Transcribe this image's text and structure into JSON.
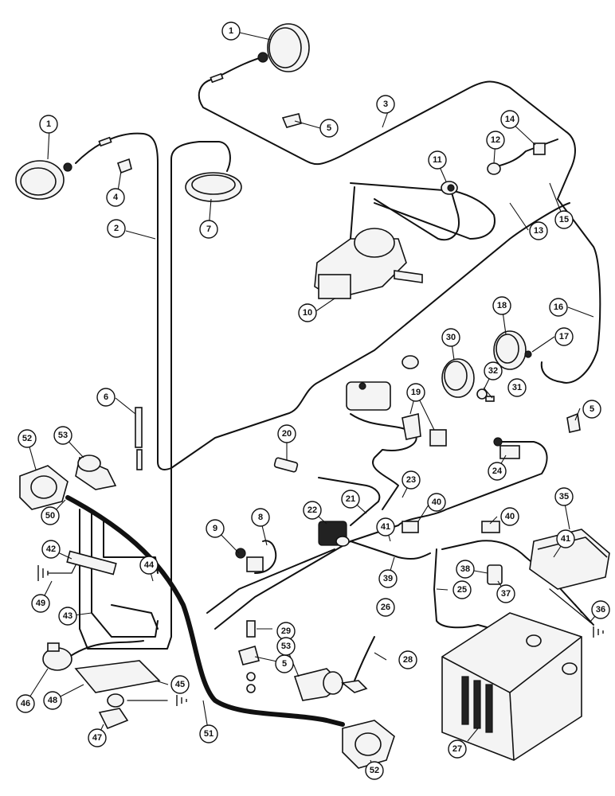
{
  "callouts": [
    {
      "id": "c1a",
      "label": "1"
    },
    {
      "id": "c1b",
      "label": "1"
    },
    {
      "id": "c2",
      "label": "2"
    },
    {
      "id": "c3",
      "label": "3"
    },
    {
      "id": "c4",
      "label": "4"
    },
    {
      "id": "c5a",
      "label": "5"
    },
    {
      "id": "c5b",
      "label": "5"
    },
    {
      "id": "c5c",
      "label": "5"
    },
    {
      "id": "c6",
      "label": "6"
    },
    {
      "id": "c7",
      "label": "7"
    },
    {
      "id": "c8",
      "label": "8"
    },
    {
      "id": "c9",
      "label": "9"
    },
    {
      "id": "c10",
      "label": "10"
    },
    {
      "id": "c11",
      "label": "11"
    },
    {
      "id": "c12",
      "label": "12"
    },
    {
      "id": "c13",
      "label": "13"
    },
    {
      "id": "c14",
      "label": "14"
    },
    {
      "id": "c15",
      "label": "15"
    },
    {
      "id": "c16",
      "label": "16"
    },
    {
      "id": "c17",
      "label": "17"
    },
    {
      "id": "c18",
      "label": "18"
    },
    {
      "id": "c19",
      "label": "19"
    },
    {
      "id": "c20",
      "label": "20"
    },
    {
      "id": "c21",
      "label": "21"
    },
    {
      "id": "c22",
      "label": "22"
    },
    {
      "id": "c23",
      "label": "23"
    },
    {
      "id": "c24",
      "label": "24"
    },
    {
      "id": "c25",
      "label": "25"
    },
    {
      "id": "c26",
      "label": "26"
    },
    {
      "id": "c27",
      "label": "27"
    },
    {
      "id": "c28",
      "label": "28"
    },
    {
      "id": "c29",
      "label": "29"
    },
    {
      "id": "c30",
      "label": "30"
    },
    {
      "id": "c31",
      "label": "31"
    },
    {
      "id": "c32",
      "label": "32"
    },
    {
      "id": "c35",
      "label": "35"
    },
    {
      "id": "c36",
      "label": "36"
    },
    {
      "id": "c37",
      "label": "37"
    },
    {
      "id": "c38",
      "label": "38"
    },
    {
      "id": "c39",
      "label": "39"
    },
    {
      "id": "c40a",
      "label": "40"
    },
    {
      "id": "c40b",
      "label": "40"
    },
    {
      "id": "c41a",
      "label": "41"
    },
    {
      "id": "c41b",
      "label": "41"
    },
    {
      "id": "c42",
      "label": "42"
    },
    {
      "id": "c43",
      "label": "43"
    },
    {
      "id": "c44",
      "label": "44"
    },
    {
      "id": "c45",
      "label": "45"
    },
    {
      "id": "c46",
      "label": "46"
    },
    {
      "id": "c47",
      "label": "47"
    },
    {
      "id": "c48",
      "label": "48"
    },
    {
      "id": "c49",
      "label": "49"
    },
    {
      "id": "c50",
      "label": "50"
    },
    {
      "id": "c51",
      "label": "51"
    },
    {
      "id": "c52a",
      "label": "52"
    },
    {
      "id": "c52b",
      "label": "52"
    },
    {
      "id": "c53a",
      "label": "53"
    },
    {
      "id": "c53b",
      "label": "53"
    }
  ],
  "icons": {
    "headlamp": "headlamp-icon",
    "wiper_motor": "wiper-motor-icon",
    "gauge": "gauge-icon",
    "switch": "switch-icon",
    "connector": "connector-icon",
    "ground": "ground-symbol-icon",
    "battery": "battery-icon",
    "relay": "relay-icon"
  }
}
